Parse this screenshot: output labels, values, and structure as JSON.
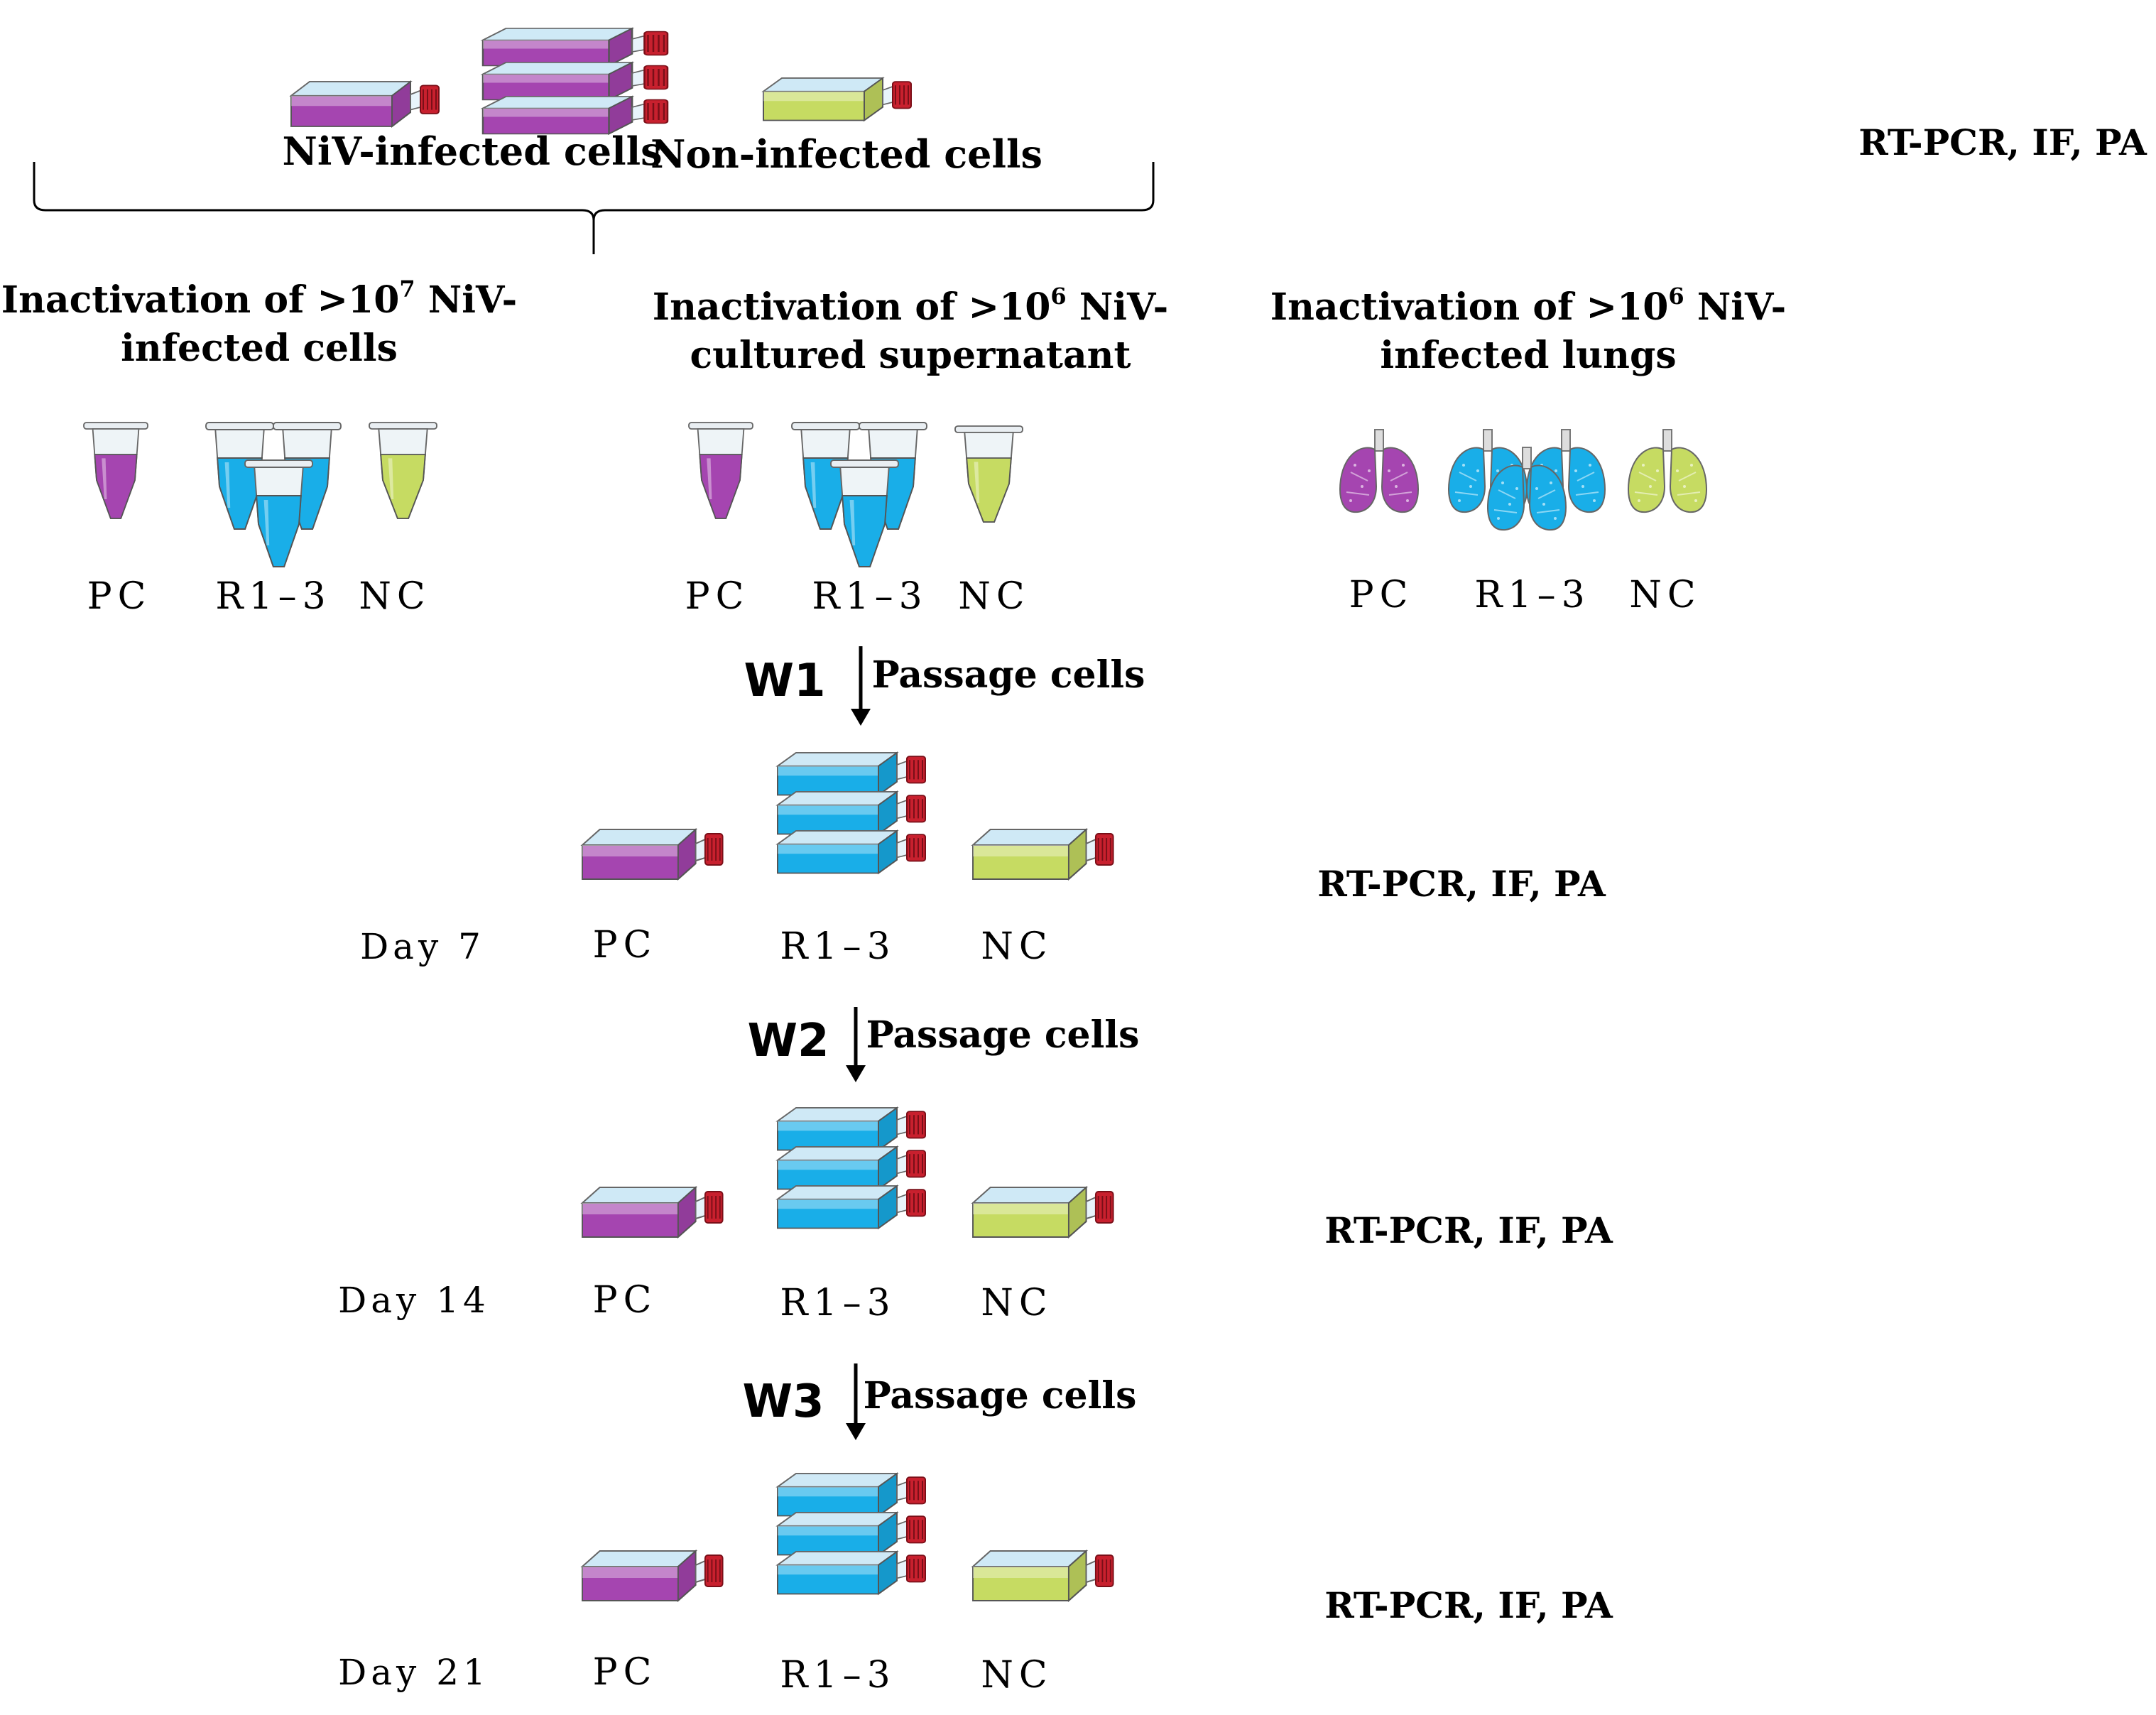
{
  "header": {
    "niv_infected_label": "NiV-infected cells",
    "non_infected_label": "Non-infected cells",
    "assay_top": "RT-PCR, IF, PA"
  },
  "columns": {
    "cells": {
      "line1_pre": "Inactivation of >10",
      "line1_sup": "7",
      "line1_post": " NiV-",
      "line2": "infected cells"
    },
    "supernatant": {
      "line1_pre": "Inactivation of >10",
      "line1_sup": "6",
      "line1_post": " NiV-",
      "line2": "cultured supernatant"
    },
    "lungs": {
      "line1_pre": "Inactivation of >10",
      "line1_sup": "6",
      "line1_post": " NiV-",
      "line2": "infected lungs"
    }
  },
  "sample_labels": {
    "pc": "PC",
    "r": "R1–3",
    "nc": "NC"
  },
  "weeks": [
    {
      "id": "W1",
      "step": "Passage cells",
      "day": "Day 7",
      "assay": "RT-PCR, IF, PA"
    },
    {
      "id": "W2",
      "step": "Passage cells",
      "day": "Day 14",
      "assay": "RT-PCR, IF, PA"
    },
    {
      "id": "W3",
      "step": "Passage cells",
      "day": "Day 21",
      "assay": "RT-PCR, IF, PA"
    }
  ],
  "colors": {
    "positive_control": "#a545b0",
    "replicate": "#19aee8",
    "negative_control": "#c6db62",
    "cap": "#c8202e",
    "text": "#000000"
  }
}
